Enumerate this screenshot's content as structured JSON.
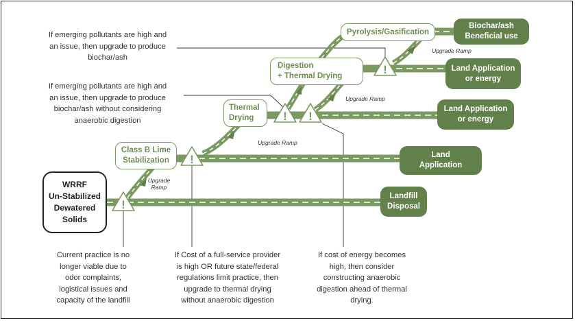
{
  "colors": {
    "road": "#7a9a62",
    "road_dark": "#62804a",
    "text": "#333333",
    "outline": "#222222"
  },
  "source": {
    "label": "WRRF\nUn-Stabilized\nDewatered\nSolids"
  },
  "stages": {
    "lime": "Class B Lime\nStabilization",
    "thermal": "Thermal\nDrying",
    "digestion": "Digestion\n+ Thermal Drying",
    "pyrolysis": "Pyrolysis/Gasification"
  },
  "outcomes": {
    "landfill": "Landfill\nDisposal",
    "land_app": "Land\nApplication",
    "land_app_energy_1": "Land Application\nor energy",
    "land_app_energy_2": "Land Application\nor energy",
    "biochar": "Biochar/ash\nBeneficial use"
  },
  "ramps": {
    "r1": "Upgrade\nRamp",
    "r2": "Upgrade Ramp",
    "r3": "Upgrade Ramp",
    "r4": "Upgrade Ramp"
  },
  "warning_icon": "!",
  "notes": {
    "top_1": "If emerging pollutants are high and\nan issue, then upgrade to produce\nbiochar/ash",
    "top_2": "If emerging pollutants are high and\nan issue, then upgrade to produce\nbiochar/ash without considering\nanaerobic digestion",
    "bottom_1": "Current practice is no\nlonger viable due to\nodor complaints,\nlogistical issues and\ncapacity of the landfill",
    "bottom_2": "If Cost of a full-service provider\nis high OR future state/federal\nregulations limit practice, then\nupgrade to thermal drying\nwithout anaerobic digestion",
    "bottom_3": "If cost of energy becomes\nhigh, then consider\nconstructing anaerobic\ndigestion ahead of thermal\ndrying."
  }
}
